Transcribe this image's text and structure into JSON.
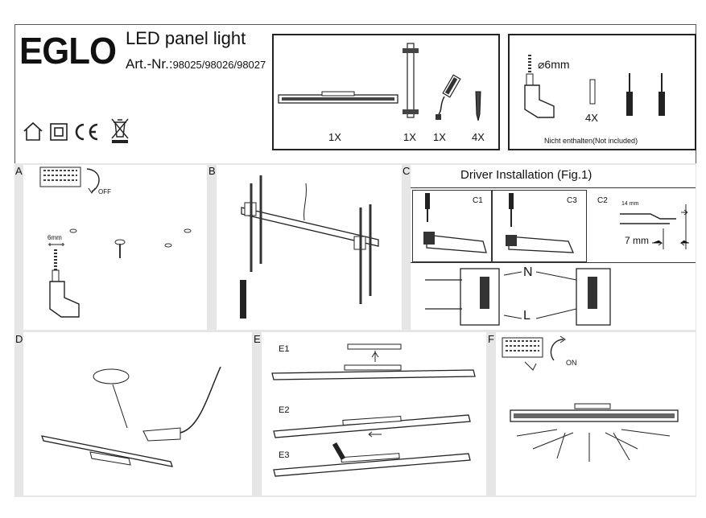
{
  "header": {
    "brand": "EGLO",
    "product_title": "LED panel light",
    "art_prefix": "Art.-Nr.:",
    "art_numbers": "98025/98026/98027"
  },
  "parts_included": {
    "qty_lamp": "1X",
    "qty_bracket": "1X",
    "qty_driver": "1X",
    "qty_screws": "4X"
  },
  "parts_not_included": {
    "drill_size": "⌀6mm",
    "qty_dowels": "4X",
    "note": "Nicht enthalten(Not included)"
  },
  "steps": {
    "a": "A",
    "a_switch": "OFF",
    "a_drill": "6mm",
    "b": "B",
    "c": "C",
    "driver_title": "Driver Installation (Fig.1)",
    "c1": "C1",
    "c3": "C3",
    "c2": "C2",
    "c2_strip1": "14 mm",
    "c2_strip2": "7 mm",
    "n_label": "N",
    "l_label": "L",
    "d": "D",
    "e": "E",
    "e1": "E1",
    "e2": "E2",
    "e3": "E3",
    "f": "F",
    "f_switch": "ON"
  },
  "icons": [
    "house-icon",
    "double-insulation-icon",
    "ce-mark-icon",
    "weee-bin-icon"
  ]
}
